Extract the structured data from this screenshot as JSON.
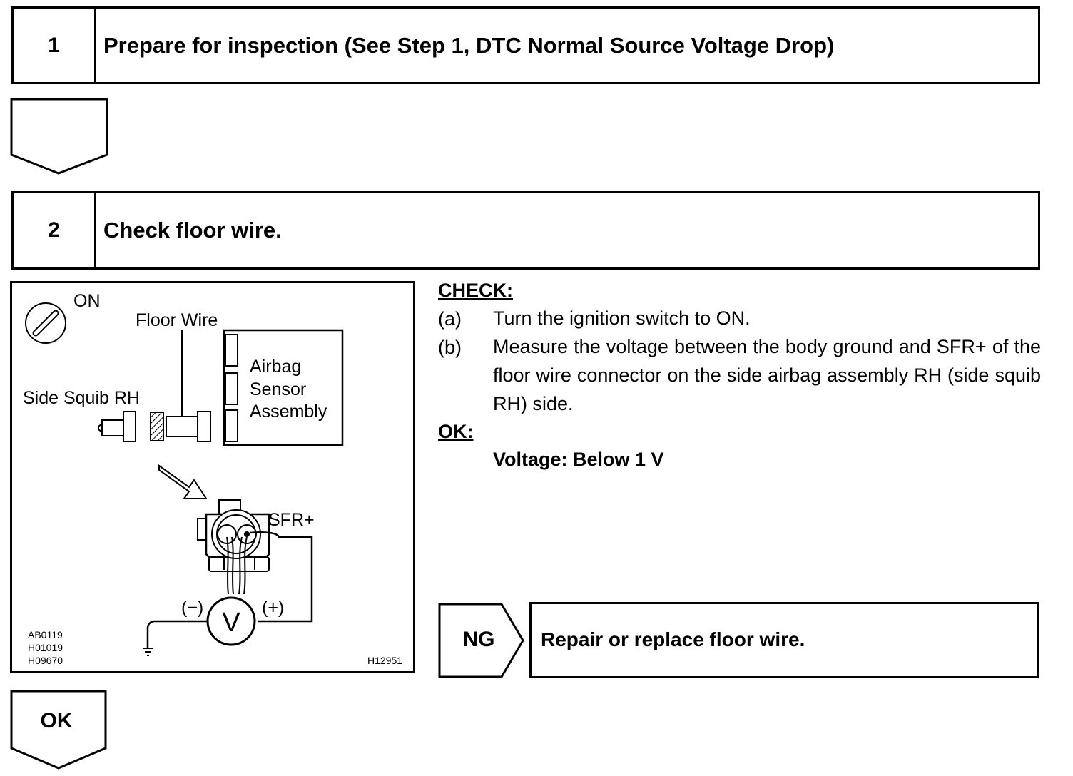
{
  "step1": {
    "number": "1",
    "title": "Prepare for inspection  (See Step 1, DTC Normal Source Voltage Drop)"
  },
  "step2": {
    "number": "2",
    "title": "Check floor wire."
  },
  "figure": {
    "labels": {
      "on": "ON",
      "floor_wire": "Floor Wire",
      "airbag_line1": "Airbag",
      "airbag_line2": "Sensor",
      "airbag_line3": "Assembly",
      "side_squib": "Side Squib RH",
      "sfr": "SFR+",
      "minus": "(−)",
      "plus": "(+)",
      "voltmeter": "V"
    },
    "codes": [
      "AB0119",
      "H01019",
      "H09670"
    ],
    "figure_id": "H12951"
  },
  "check": {
    "heading": "CHECK:",
    "items": [
      {
        "label": "(a)",
        "text": "Turn the ignition switch to ON."
      },
      {
        "label": "(b)",
        "text": "Measure the voltage between the body ground and SFR+ of the floor wire connector on the side airbag assembly RH (side squib RH) side."
      }
    ],
    "ok_heading": "OK:",
    "ok_value": "Voltage: Below 1 V"
  },
  "ng": {
    "label": "NG",
    "action": "Repair or replace floor wire."
  },
  "ok_arrow": {
    "label": "OK"
  },
  "colors": {
    "ink": "#000000",
    "paper": "#ffffff"
  }
}
